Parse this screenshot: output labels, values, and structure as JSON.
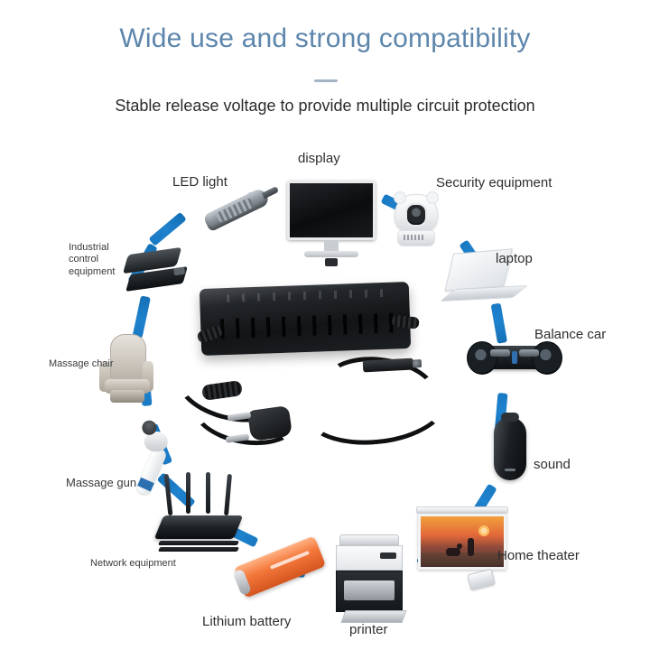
{
  "header": {
    "title": "Wide use and strong compatibility",
    "subtitle": "Stable release voltage to provide multiple circuit protection",
    "title_color": "#5d86ac",
    "divider_color": "#93a7bb"
  },
  "theme": {
    "background": "#ffffff",
    "arc_color": "#1a7ac4",
    "label_color": "#2e2e2e",
    "battery_color": "#f4793c"
  },
  "center": {
    "product_name": "power-adapter",
    "description": "black AC/DC power adapter with EU plug and DC barrel connector"
  },
  "nodes": [
    {
      "id": "display",
      "label": "display",
      "icon": "monitor-icon"
    },
    {
      "id": "security-equipment",
      "label": "Security equipment",
      "icon": "security-camera-icon"
    },
    {
      "id": "laptop",
      "label": "laptop",
      "icon": "laptop-icon"
    },
    {
      "id": "balance-car",
      "label": "Balance car",
      "icon": "hoverboard-icon"
    },
    {
      "id": "sound",
      "label": "sound",
      "icon": "speaker-icon"
    },
    {
      "id": "home-theater",
      "label": "Home theater",
      "icon": "projector-screen-icon"
    },
    {
      "id": "printer",
      "label": "printer",
      "icon": "printer-icon"
    },
    {
      "id": "lithium-battery",
      "label": "Lithium battery",
      "icon": "battery-cell-icon"
    },
    {
      "id": "network-equipment",
      "label": "Network equipment",
      "icon": "router-icon"
    },
    {
      "id": "massage-gun",
      "label": "Massage gun",
      "icon": "massage-gun-icon"
    },
    {
      "id": "massage-chair",
      "label": "Massage chair",
      "icon": "massage-chair-icon"
    },
    {
      "id": "industrial-control-equipment",
      "label": "Industrial control equipment",
      "icon": "industrial-controller-icon"
    },
    {
      "id": "led-light",
      "label": "LED light",
      "icon": "led-streetlight-icon"
    }
  ]
}
